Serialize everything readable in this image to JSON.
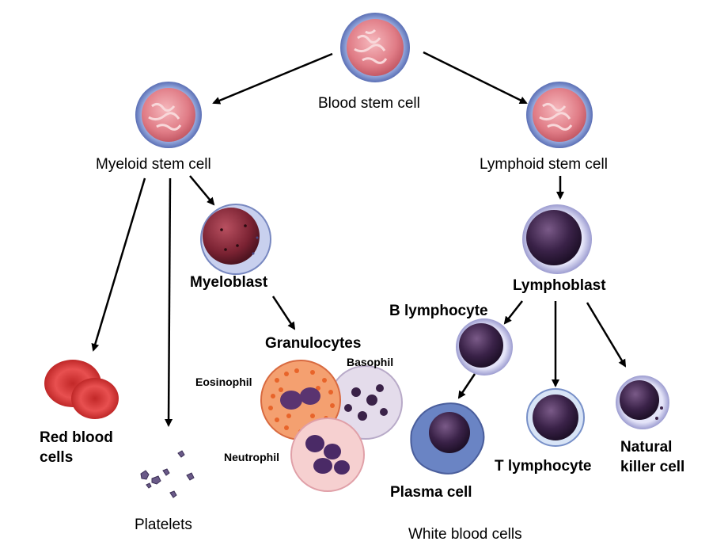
{
  "labels": {
    "blood_stem_cell": "Blood stem cell",
    "myeloid_stem_cell": "Myeloid stem cell",
    "lymphoid_stem_cell": "Lymphoid stem cell",
    "myeloblast": "Myeloblast",
    "lymphoblast": "Lymphoblast",
    "granulocytes": "Granulocytes",
    "eosinophil": "Eosinophil",
    "basophil": "Basophil",
    "neutrophil": "Neutrophil",
    "b_lymphocyte": "B lymphocyte",
    "red_blood_cells_line1": "Red blood",
    "red_blood_cells_line2": "cells",
    "platelets": "Platelets",
    "plasma_cell": "Plasma cell",
    "t_lymphocyte": "T lymphocyte",
    "natural_killer_line1": "Natural",
    "natural_killer_line2": "killer cell",
    "white_blood_cells": "White blood cells"
  },
  "colors": {
    "stem_cell_fill": "#e68e97",
    "stem_cell_ring": "#7288c8",
    "myeloblast_fill": "#8a2a36",
    "lymphocyte_nucleus": "#3a2248",
    "lymphocyte_ring": "#c8c8ec",
    "red_blood_cell": "#d83434",
    "eosinophil_granules": "#e8642a",
    "neutrophil_fill": "#f4c8c8",
    "basophil_fill": "#e4dceb",
    "arrow": "#000000"
  }
}
